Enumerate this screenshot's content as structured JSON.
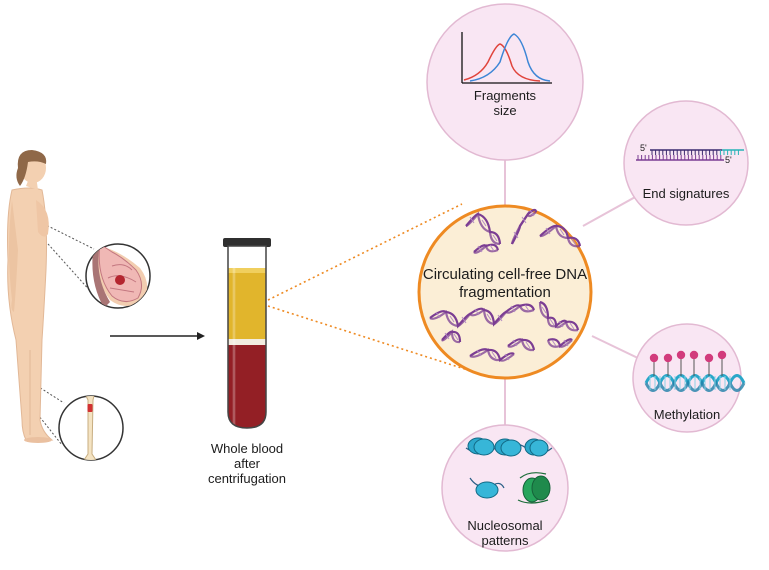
{
  "diagram": {
    "tube_label": [
      "Whole blood",
      "after",
      "centrifugation"
    ],
    "center_label": [
      "Circulating cell-free DNA",
      "fragmentation"
    ],
    "features": [
      {
        "name": "fragments-size",
        "lines": [
          "Fragments",
          "size"
        ]
      },
      {
        "name": "end-signatures",
        "lines": [
          "End signatures"
        ],
        "strand_top": "5'",
        "strand_bottom": "5'"
      },
      {
        "name": "methylation",
        "lines": [
          "Methylation"
        ]
      },
      {
        "name": "nucleosomal-patterns",
        "lines": [
          "Nucleosomal",
          "patterns"
        ]
      }
    ]
  },
  "colors": {
    "bubble_fill": "#f9e6f3",
    "bubble_stroke": "#e2b9d2",
    "center_fill": "#fbeed6",
    "center_stroke": "#ee8a22",
    "dna_purple": "#7b3d93",
    "curve_red": "#e0443c",
    "curve_blue": "#3d86d6",
    "plasma": "#e1b52c",
    "blood": "#931f25",
    "skin": "#f3d0b1",
    "hair": "#8f6848",
    "histone": "#2ba8cc",
    "methyl_pin": "#d23b7c"
  }
}
